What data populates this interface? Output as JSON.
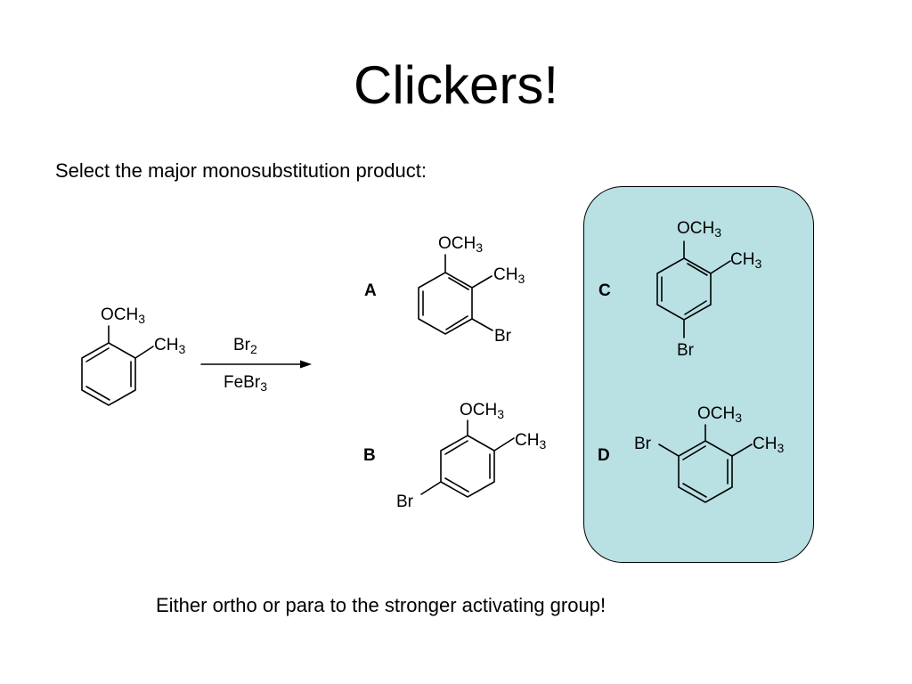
{
  "slide": {
    "title": "Clickers!",
    "question": "Select the major monosubstitution product:",
    "footer": "Either ortho or para to the stronger activating group!"
  },
  "reaction": {
    "reagent": "Br",
    "reagent_sub": "2",
    "catalyst": "FeBr",
    "catalyst_sub": "3"
  },
  "groups": {
    "och": "OCH",
    "ch": "CH",
    "sub3": "3",
    "br": "Br"
  },
  "options": {
    "a": "A",
    "b": "B",
    "c": "C",
    "d": "D"
  },
  "colors": {
    "highlight": "#b9e0e3"
  }
}
